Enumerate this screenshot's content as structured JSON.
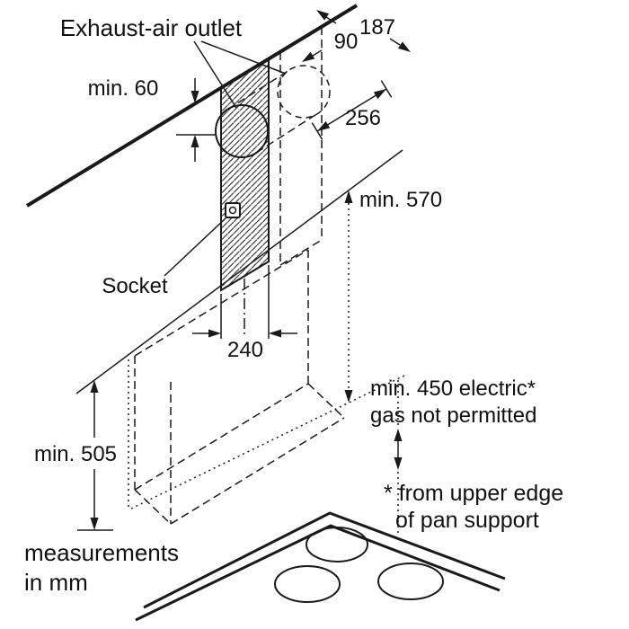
{
  "diagram": {
    "labels": {
      "exhaust_outlet": "Exhaust-air outlet",
      "socket": "Socket"
    },
    "dimensions": {
      "d187": "187",
      "d90": "90",
      "min60": "min. 60",
      "d256": "256",
      "min570": "min. 570",
      "d240": "240",
      "min505": "min. 505",
      "min450_l1": "min. 450 electric*",
      "min450_l2": "gas not permitted"
    },
    "footnote": {
      "line1": "* from upper edge",
      "line2": "of pan support"
    },
    "units_note": {
      "line1": "measurements",
      "line2": "in mm"
    },
    "colors": {
      "line": "#1a1a1a",
      "text": "#111111",
      "background": "#ffffff"
    }
  }
}
